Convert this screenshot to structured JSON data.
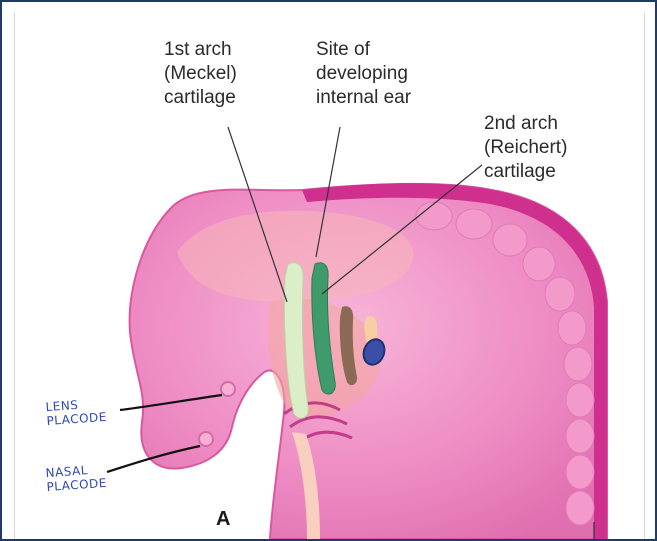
{
  "labels": {
    "first_arch": "1st arch\n(Meckel)\ncartilage",
    "internal_ear": "Site of\ndeveloping\ninternal ear",
    "second_arch": "2nd arch\n(Reichert)\ncartilage",
    "panel": "A"
  },
  "annotations": {
    "lens": "LENS\nPLACODE",
    "nasal": "NASAL\nPLACODE"
  },
  "colors": {
    "border": "#1f3a68",
    "embryo_body": "#ef8fc6",
    "embryo_rim": "#d0338f",
    "first_arch_cartilage": "#dceec8",
    "ear_region": "#3f9a6c",
    "second_arch_cartilage": "#8a6a55",
    "ear_vesicle": "#3b4fa8",
    "annotation_ink": "#2e47b8"
  }
}
